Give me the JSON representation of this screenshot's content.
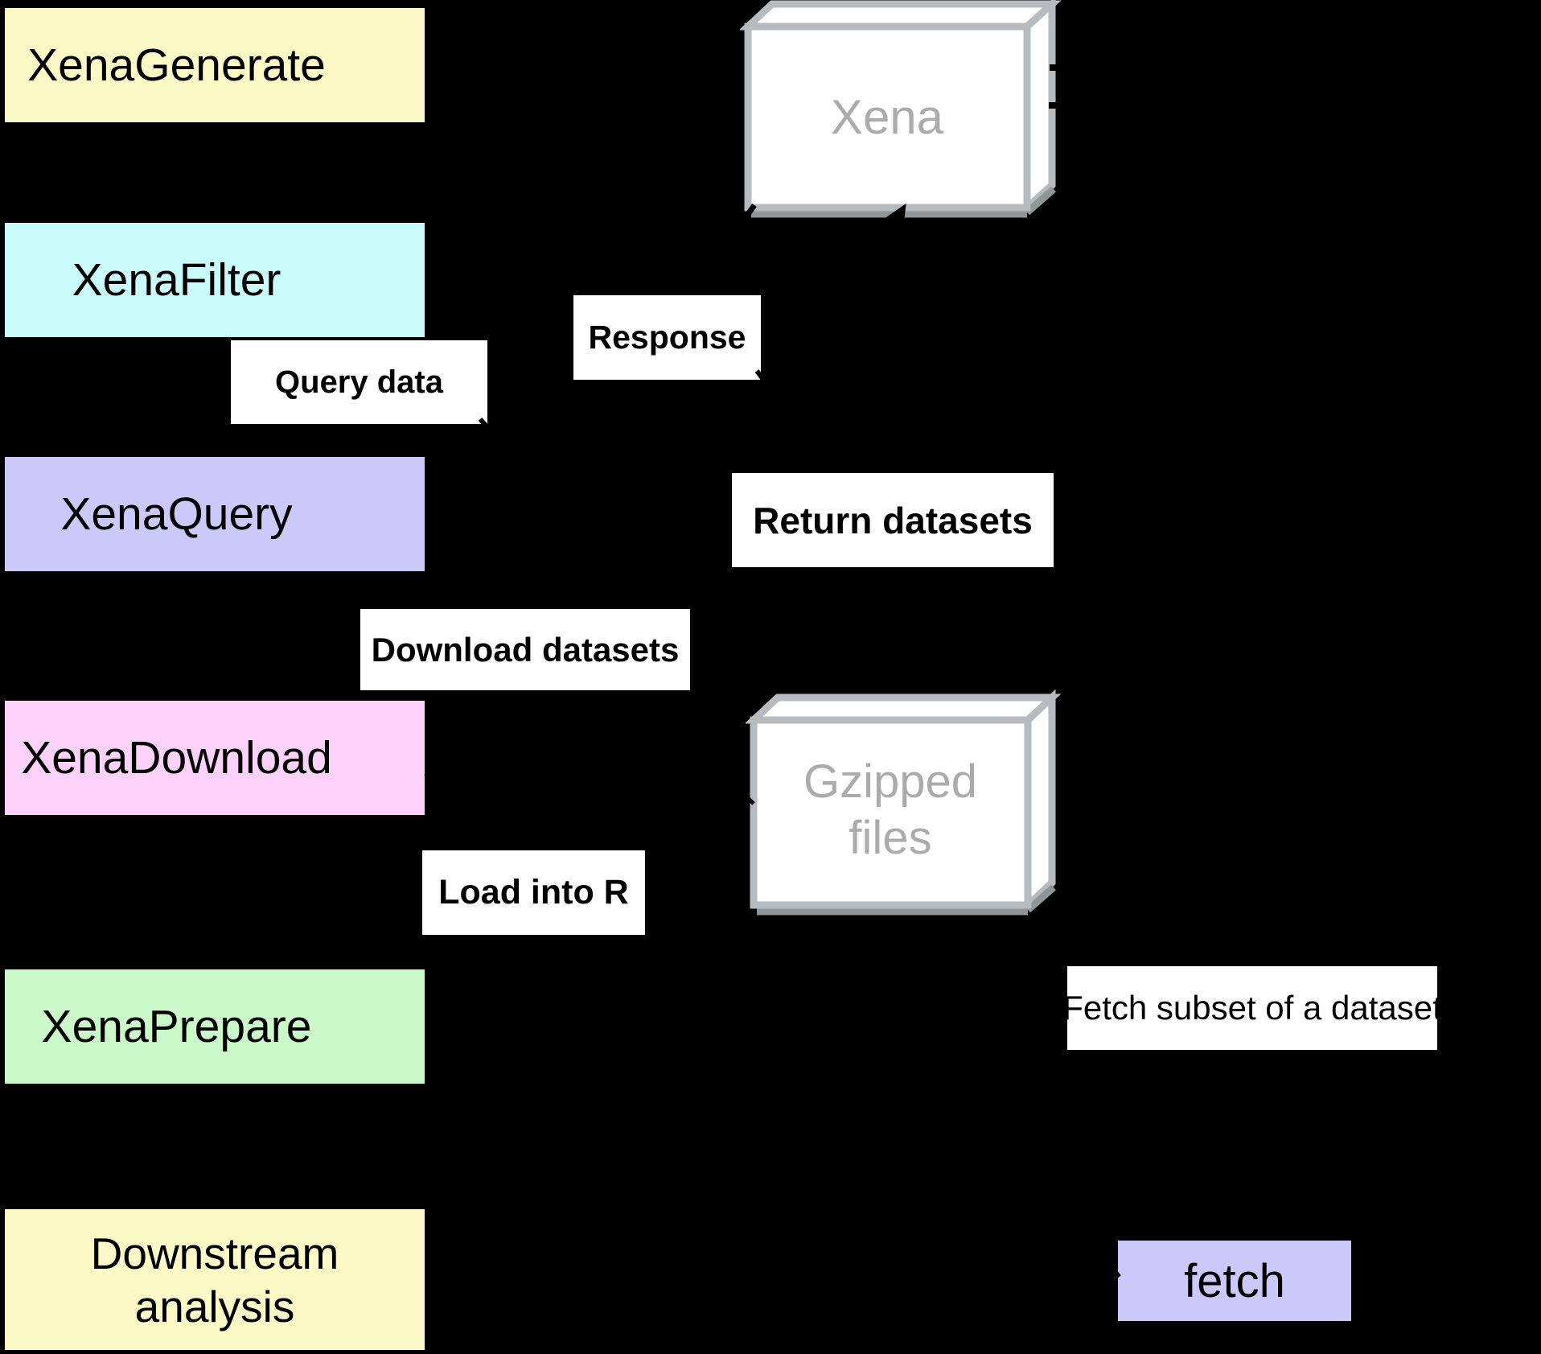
{
  "diagram": {
    "background": "#000000"
  },
  "pipeline": [
    {
      "label": "XenaGenerate",
      "color": "#FBF9C6"
    },
    {
      "label": "XenaFilter",
      "color": "#C9FBFB"
    },
    {
      "label": "XenaQuery",
      "color": "#CBC9F9"
    },
    {
      "label": "XenaDownload",
      "color": "#FDD2FA"
    },
    {
      "label": "XenaPrepare",
      "color": "#CAF8C9"
    },
    {
      "label": "Downstream analysis",
      "color": "#FBF9C6"
    }
  ],
  "flow_labels": {
    "query_data": "Query data",
    "response": "Response",
    "return_datasets": "Return datasets",
    "download_datasets": "Download datasets",
    "load_into_r": "Load into R",
    "fetch_subset": "Fetch subset of a dataset"
  },
  "fetch_box": {
    "label": "fetch",
    "color": "#CBC9F9"
  },
  "datastores": {
    "xena": {
      "label": "Xena"
    },
    "gzipped_files": {
      "line1": "Gzipped",
      "line2": "files"
    }
  },
  "colors": {
    "store_fill": "#FFFFFF",
    "store_border": "#B5BBBF",
    "store_shadow": "#8F9698",
    "store_text": "#ABABAB",
    "label_background": "#FFFFFF",
    "text": "#000000",
    "arrow": "#000000"
  }
}
